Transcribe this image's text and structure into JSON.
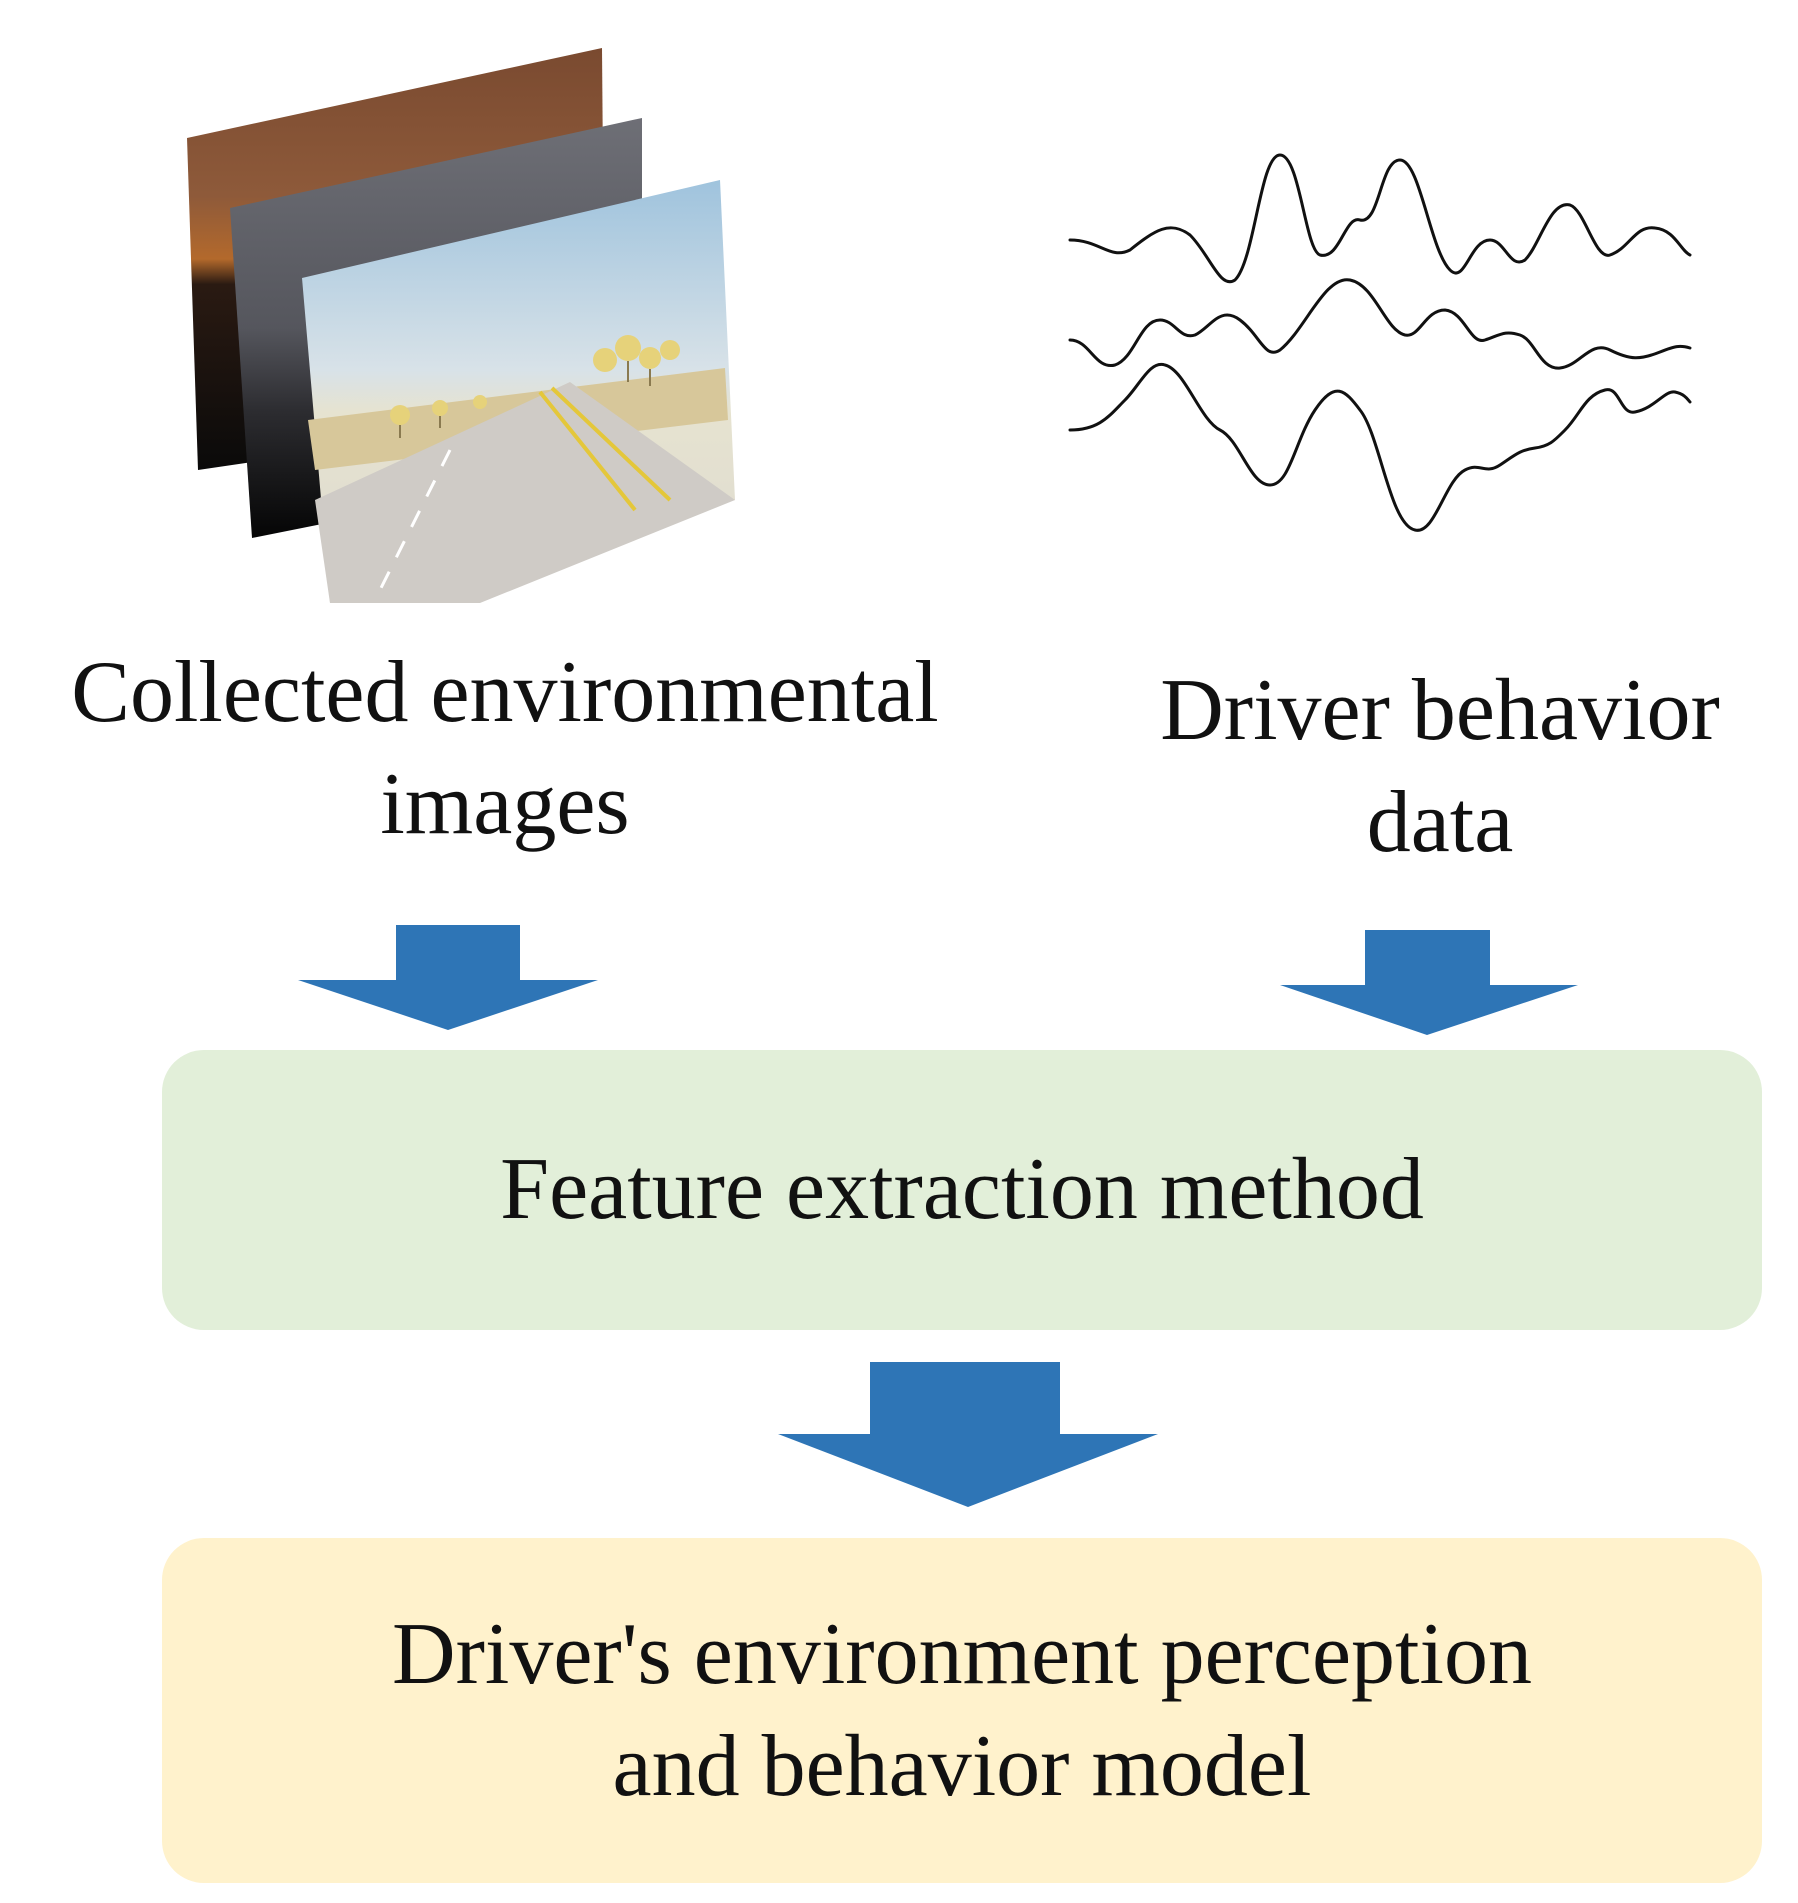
{
  "inputs": {
    "images": {
      "caption_line1": "Collected environmental",
      "caption_line2": "images",
      "icon": "stacked-road-photos-icon"
    },
    "driver": {
      "caption_line1": "Driver behavior",
      "caption_line2": "data",
      "icon": "signal-waveform-icon"
    }
  },
  "feature_box": {
    "label": "Feature extraction method",
    "fill": "#e2efd9"
  },
  "model_box": {
    "line1": "Driver's environment perception",
    "line2": "and behavior model",
    "fill": "#fff2cc"
  },
  "colors": {
    "arrow": "#2e75b6",
    "text": "#111111"
  }
}
